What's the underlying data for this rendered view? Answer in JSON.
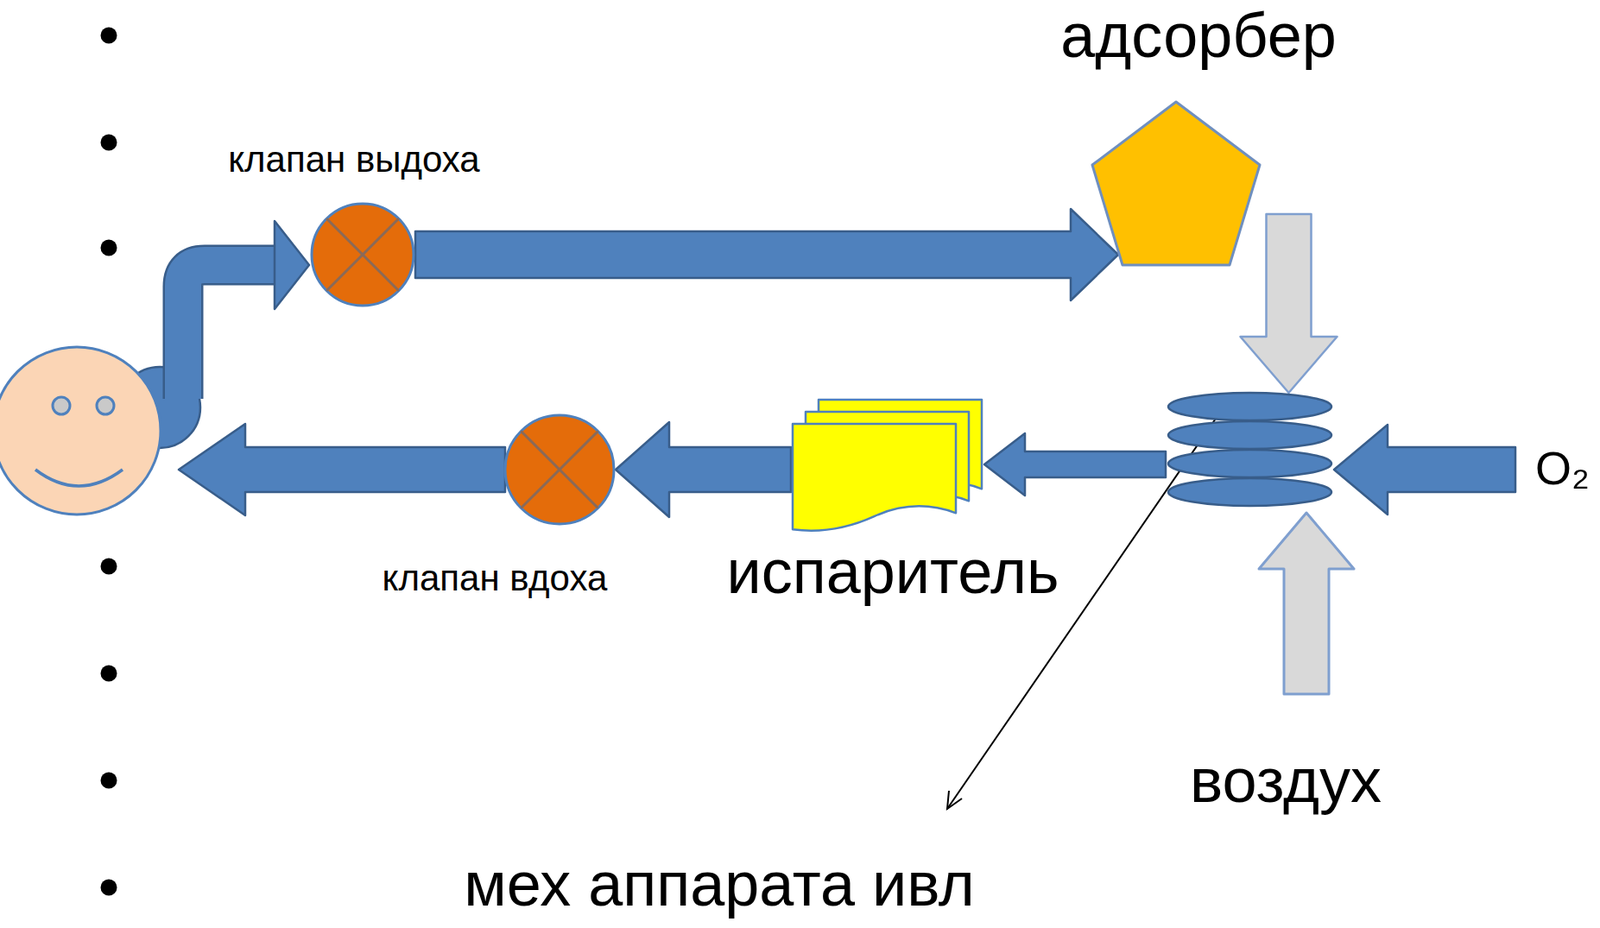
{
  "diagram": {
    "nodes": [
      {
        "text": [
          "адсорбер"
        ]
      },
      {
        "text": [
          "клапан выдоха"
        ]
      },
      {
        "text": [
          "мех аппарата ивл"
        ]
      },
      {
        "text": [
          "испаритель"
        ]
      },
      {
        "text": [
          "клапан вдоха"
        ]
      }
    ],
    "edges": [
      {
        "from": 1,
        "to": 0,
        "arrow": "to"
      },
      {
        "from": 0,
        "to": 2,
        "arrow": "to"
      },
      {
        "from": 2,
        "to": 3,
        "arrow": "to"
      },
      {
        "from": 3,
        "to": 4,
        "arrow": "to"
      }
    ],
    "labels": [
      "O₂",
      "воздух"
    ]
  }
}
